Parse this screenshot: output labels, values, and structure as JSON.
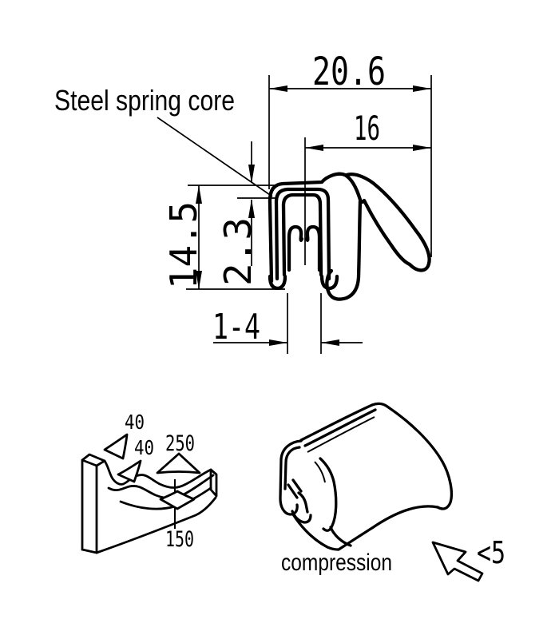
{
  "drawing": {
    "callout": "Steel spring core",
    "dims": {
      "total_width": "20.6",
      "lip_width": "16",
      "height": "14.5",
      "core_offset": "2.3",
      "clamp_range": "1-4"
    },
    "bend": {
      "r1": "40",
      "r2": "40",
      "r3": "250",
      "r4": "150"
    },
    "iso": {
      "caption": "compression",
      "limit": "<5"
    }
  },
  "colors": {
    "ink": "#000000",
    "paper": "#ffffff"
  }
}
